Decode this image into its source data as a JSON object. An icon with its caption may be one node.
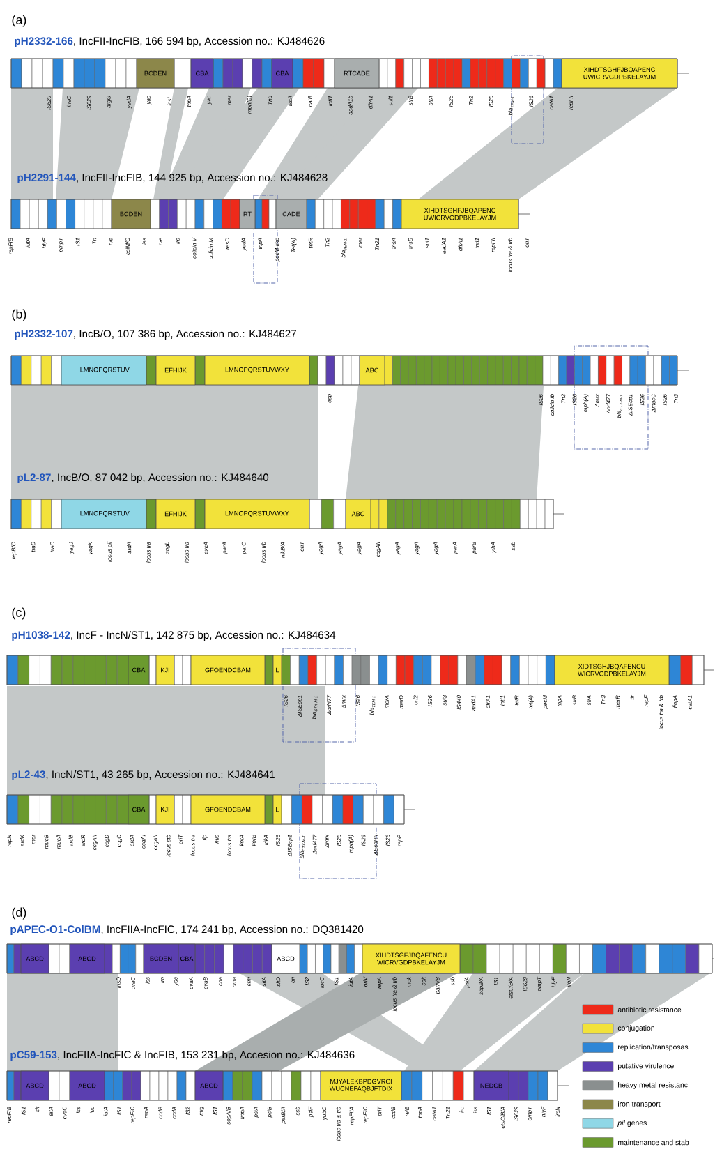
{
  "diagram": {
    "nodes": [
      {
        "text": [
          "pH2332-166",
          ", IncFII-IncFIB, 166 594 bp, Accession no.: KJ484626"
        ],
        "beside": [
          "IS629",
          "insO",
          "IS629",
          "argG",
          "yedA",
          "yac",
          "insL",
          "tnpA",
          "yac",
          "mer",
          "mph(B)",
          "Tn3",
          "iscA",
          "catB",
          "intI1",
          "aadA1b",
          "dfrA1",
          "sul1",
          "strB",
          "strA",
          "IS26",
          "Tn2",
          "IS26",
          "bla$_{TEM-1}$",
          "IS26",
          "catA1",
          "repFII"
        ]
      },
      {
        "text": [
          "BCDEN"
        ],
        "in": 0
      },
      {
        "text": [
          "CBA"
        ],
        "in": 0
      },
      {
        "text": [
          "CBA"
        ],
        "in": 0
      },
      {
        "text": [
          "RTCADE"
        ],
        "in": 0
      },
      {
        "text": [
          "XIHDTSGHFJBQAPENC UWICRVGDPBKELAYJM"
        ],
        "in": 0
      },
      {
        "text": [
          "pH2291-144",
          ", IncFII-IncFIB, 144 925 bp, Accession no.: KJ484628"
        ],
        "beside": [
          "repFIB",
          "iutA",
          "hlyF",
          "ompT",
          "IS1",
          "Tn",
          "rve",
          "colM/C",
          "iss",
          "rve",
          "iro",
          "colicin V",
          "colicin M",
          "resD",
          "yedA",
          "tnpA",
          "pecM-like",
          "Tet(A)",
          "tetR",
          "Tn2",
          "bla$_{TEM-1}$",
          "mer",
          "Tn21",
          "tnsA",
          "tnsB",
          "sul1",
          "aadA1",
          "dfrA1",
          "intI1",
          "repFII",
          "locus tra & trb",
          "oriT"
        ]
      },
      {
        "text": [
          "BCDEN"
        ],
        "in": 6
      },
      {
        "text": [
          "RT"
        ],
        "in": 6
      },
      {
        "text": [
          "CADE"
        ],
        "in": 6
      },
      {
        "text": [
          "XIHDTSGHFJBQAPENC UWICRVGDPBKELAYJM"
        ],
        "in": 6
      },
      {
        "text": [
          "pH2332-107",
          ", IncB/O, 107 386 bp, Accession no.: KJ484627"
        ],
        "beside": [
          "esp",
          "IS26",
          "colicin Ib",
          "Tn3",
          "IS26",
          "mph(A)",
          "Δmrx",
          "Δorf477",
          "bla$_{CTX-M-1}$",
          "ΔISEcp1",
          "IS26",
          "ΔmucC",
          "IS26",
          "Tn3"
        ]
      },
      {
        "text": [
          "ILMNOPQRSTUV"
        ],
        "in": 11
      },
      {
        "text": [
          "EFHIJK"
        ],
        "in": 11
      },
      {
        "text": [
          "LMNOPQRSTUVWXY"
        ],
        "in": 11
      },
      {
        "text": [
          "ABC"
        ],
        "in": 11
      },
      {
        "text": [
          "pL2-87",
          ", IncB/O, 87 042 bp, Accession no.: KJ484640"
        ],
        "beside": [
          "repB/O",
          "traB",
          "traC",
          "yagJ",
          "yagK",
          "locus pil",
          "ardA",
          "locus tra",
          "sogL",
          "locus tra",
          "excA",
          "parA",
          "parC",
          "locus trb",
          "nikB/A",
          "oriT",
          "yagA",
          "yagA",
          "yagA",
          "ccgAII",
          "yagA",
          "yagA",
          "yagA",
          "parA",
          "parB",
          "yihA",
          "ssb"
        ]
      },
      {
        "text": [
          "ILMNOPQRSTUV"
        ],
        "in": 16
      },
      {
        "text": [
          "EFHIJK"
        ],
        "in": 16
      },
      {
        "text": [
          "LMNOPQRSTUVWXY"
        ],
        "in": 16
      },
      {
        "text": [
          "ABC"
        ],
        "in": 16
      },
      {
        "text": [
          "pH1038-142",
          ", IncF - IncN/ST1, 142 875 bp, Accession no.: KJ484634"
        ],
        "beside": [
          "IS26",
          "ΔISEcp1",
          "bla$_{CTX-M-1}$",
          "Δorf477",
          "Δmrx",
          "IS26",
          "bla$_{TEM-1}$",
          "merA",
          "merD",
          "orf2",
          "IS26",
          "sul3",
          "IS440",
          "aadA1",
          "dfrA1",
          "intI1",
          "tetR",
          "tet(A)",
          "pecM",
          "tnpA",
          "strB",
          "strA",
          "Tn3",
          "merR",
          "tir",
          "repF",
          "locus tra & trb",
          "finpA",
          "catA1"
        ]
      },
      {
        "text": [
          "CBA"
        ],
        "in": 21
      },
      {
        "text": [
          "KJI"
        ],
        "in": 21
      },
      {
        "text": [
          "GFOENDCBAM"
        ],
        "in": 21
      },
      {
        "text": [
          "L"
        ],
        "in": 21
      },
      {
        "text": [
          "XIDTSGHJBQAFENCU WICRVGDPBKELAYJM"
        ],
        "in": 21
      },
      {
        "text": [
          "pL2-43",
          ", IncN/ST1, 43 265 bp, Accession no.: KJ484641"
        ],
        "beside": [
          "repN",
          "ardK",
          "mpr",
          "mucB",
          "mucA",
          "ardB",
          "ardR",
          "ccgAII",
          "ccgD",
          "ccgC",
          "ardA",
          "ccgAI",
          "ccgAII",
          "locus stb",
          "oriT",
          "locus tra",
          "fip",
          "nuc",
          "locus tra",
          "korA",
          "korB",
          "kikA",
          "IS26",
          "ΔISEcp1",
          "bla$_{CTX-M-1}$",
          "Δorf477",
          "Δmrx",
          "IS26",
          "mph(A)",
          "IS26",
          "ΔEcoRII",
          "IS26",
          "repP"
        ]
      },
      {
        "text": [
          "CBA"
        ],
        "in": 27
      },
      {
        "text": [
          "KJI"
        ],
        "in": 27
      },
      {
        "text": [
          "GFOENDCBAM"
        ],
        "in": 27
      },
      {
        "text": [
          "L"
        ],
        "in": 27
      },
      {
        "text": [
          "pAPEC-O1-ColBM",
          ", IncFIIA-IncFIC, 174 241 bp, Accession no.: DQ381420"
        ],
        "beside": [
          "insD",
          "cvaC",
          "iss",
          "iro",
          "yac",
          "cvaA",
          "cvaB",
          "cba",
          "cma",
          "crm",
          "sitA",
          "sitD",
          "ori",
          "IS2",
          "iucC",
          "IS1",
          "iutA",
          "oriV",
          "repA",
          "locus tra & trb",
          "mok",
          "sok",
          "parA/B",
          "ssb",
          "psiA",
          "sopB/A",
          "IS1",
          "etsC/B/A",
          "IS629",
          "ompT",
          "hlyF",
          "iroN"
        ]
      },
      {
        "text": [
          "ABCD"
        ],
        "in": 32
      },
      {
        "text": [
          "ABCD"
        ],
        "in": 32
      },
      {
        "text": [
          "BCDEN"
        ],
        "in": 32
      },
      {
        "text": [
          "CBA"
        ],
        "in": 32
      },
      {
        "text": [
          "ABCD"
        ],
        "in": 32
      },
      {
        "text": [
          "XIHDTSGFJBQAFENCU WICRVGDPBKELAYJM"
        ],
        "in": 32
      },
      {
        "text": [
          "pC59-153",
          ", IncFIIA-IncFIC & IncFIB, 153 231 bp, Accesion no.: KJ484636"
        ],
        "beside": [
          "repFIB",
          "IS1",
          "sit",
          "eitA",
          "cvaC",
          "iss",
          "iuc",
          "iutA",
          "IS1",
          "repFIC",
          "repA",
          "ccdB",
          "ccdA",
          "IS2",
          "mig",
          "IS1",
          "sopA/B",
          "finpA",
          "psiA",
          "psiB",
          "parB/A",
          "ssb",
          "psiF",
          "yubO",
          "locus tra & trb",
          "repFIIA",
          "repFIC",
          "oriT",
          "ccdB",
          "relE",
          "tnpA",
          "catA1",
          "Tn21",
          "iro",
          "iss",
          "IS1",
          "etsC/B/A",
          "IS629",
          "ompT",
          "hlyF",
          "iroN"
        ]
      },
      {
        "text": [
          "ABCD"
        ],
        "in": 39
      },
      {
        "text": [
          "ABCD"
        ],
        "in": 39
      },
      {
        "text": [
          "ABCD"
        ],
        "in": 39
      },
      {
        "text": [
          "MJYALEKBPDGVRCI WUCNEFAQBJFTDIX"
        ],
        "in": 39
      },
      {
        "text": [
          "NEDCB"
        ],
        "in": 39
      }
    ],
    "labels": [
      "(a)",
      "(b)",
      "(c)",
      "(d)"
    ],
    "legend": [
      {
        "text": "antibiotic resistance",
        "color": "#ee2a1a"
      },
      {
        "text": "conjugation",
        "color": "#f2e23a"
      },
      {
        "text": "replication/transposas",
        "color": "#2e86d6"
      },
      {
        "text": "putative virulence",
        "color": "#5b3fb0"
      },
      {
        "text": "heavy metal resistanc",
        "color": "#8a8f8f"
      },
      {
        "text": "iron transport",
        "color": "#8c874a"
      },
      {
        "text": "*pil* genes",
        "color": "#8fd7e6"
      },
      {
        "text": "maintenance and stab",
        "color": "#6b9a2e"
      }
    ]
  }
}
